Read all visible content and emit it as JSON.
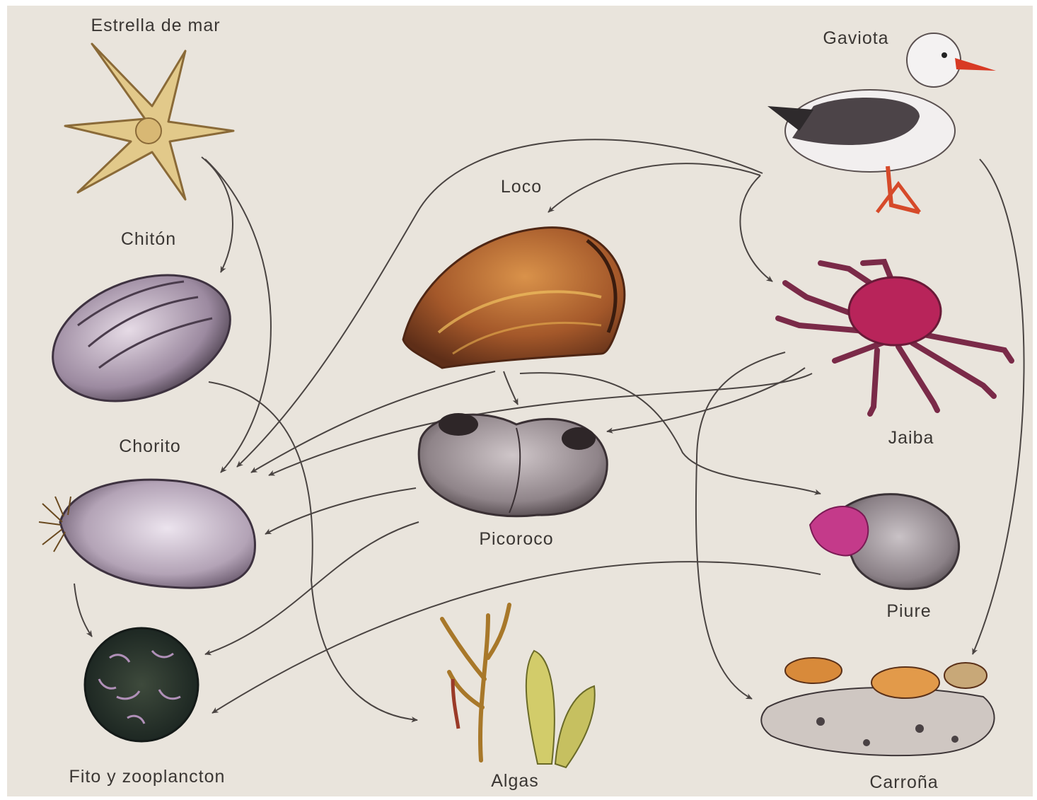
{
  "organisms": {
    "estrella": "Estrella de mar",
    "gaviota": "Gaviota",
    "loco": "Loco",
    "chiton": "Chitón",
    "jaiba": "Jaiba",
    "chorito": "Chorito",
    "picoroco": "Picoroco",
    "piure": "Piure",
    "fito": "Fito y zooplancton",
    "algas": "Algas",
    "carrona": "Carroña"
  },
  "links": [
    {
      "from": "estrella",
      "to": "chiton"
    },
    {
      "from": "estrella",
      "to": "chorito"
    },
    {
      "from": "gaviota",
      "to": "loco"
    },
    {
      "from": "gaviota",
      "to": "jaiba"
    },
    {
      "from": "gaviota",
      "to": "chorito"
    },
    {
      "from": "gaviota",
      "to": "carrona"
    },
    {
      "from": "chiton",
      "to": "algas"
    },
    {
      "from": "loco",
      "to": "picoroco"
    },
    {
      "from": "loco",
      "to": "chorito"
    },
    {
      "from": "loco",
      "to": "piure"
    },
    {
      "from": "jaiba",
      "to": "chorito"
    },
    {
      "from": "jaiba",
      "to": "picoroco"
    },
    {
      "from": "jaiba",
      "to": "carrona"
    },
    {
      "from": "chorito",
      "to": "fito"
    },
    {
      "from": "picoroco",
      "to": "chorito"
    },
    {
      "from": "picoroco",
      "to": "fito"
    },
    {
      "from": "piure",
      "to": "fito"
    }
  ],
  "colors": {
    "background": "#e9e4dc",
    "arrow": "#4a4442",
    "text": "#3a3633"
  }
}
